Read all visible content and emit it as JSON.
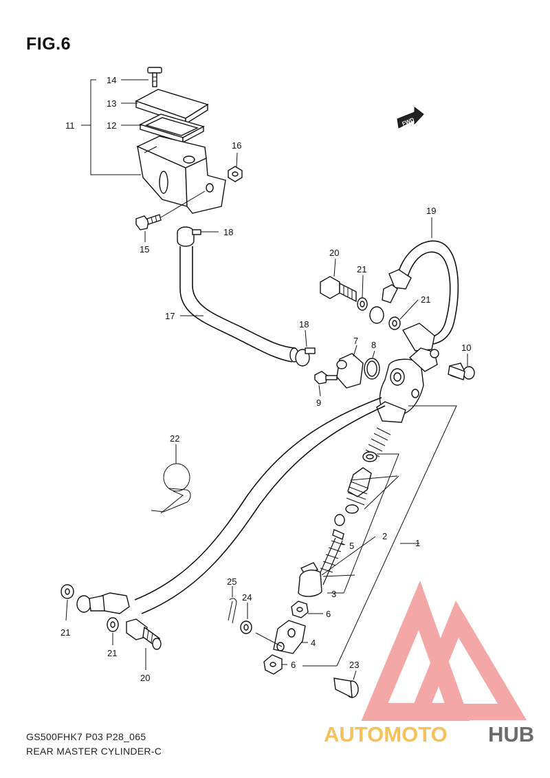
{
  "header": {
    "figure_title": "FIG.6"
  },
  "footer": {
    "model_code": "GS500FHK7 P03 P28_065",
    "diagram_name": "REAR MASTER CYLINDER-C"
  },
  "fwd_arrow": {
    "label": "FWD"
  },
  "watermark": {
    "brand_part1": "AUTOMOTO",
    "brand_part2": "HUB",
    "color_light": "#f7c15a",
    "color_red": "#f08a8a",
    "color_dark": "#6b6b6b"
  },
  "callouts": {
    "c1": "1",
    "c2": "2",
    "c3": "3",
    "c4": "4",
    "c5": "5",
    "c6a": "6",
    "c6b": "6",
    "c7": "7",
    "c8": "8",
    "c9": "9",
    "c10": "10",
    "c11": "11",
    "c12": "12",
    "c13": "13",
    "c14": "14",
    "c15": "15",
    "c16": "16",
    "c17": "17",
    "c18a": "18",
    "c18b": "18",
    "c19": "19",
    "c20a": "20",
    "c20b": "20",
    "c21a": "21",
    "c21b": "21",
    "c21c": "21",
    "c21d": "21",
    "c22": "22",
    "c23": "23",
    "c24": "24",
    "c25": "25"
  }
}
